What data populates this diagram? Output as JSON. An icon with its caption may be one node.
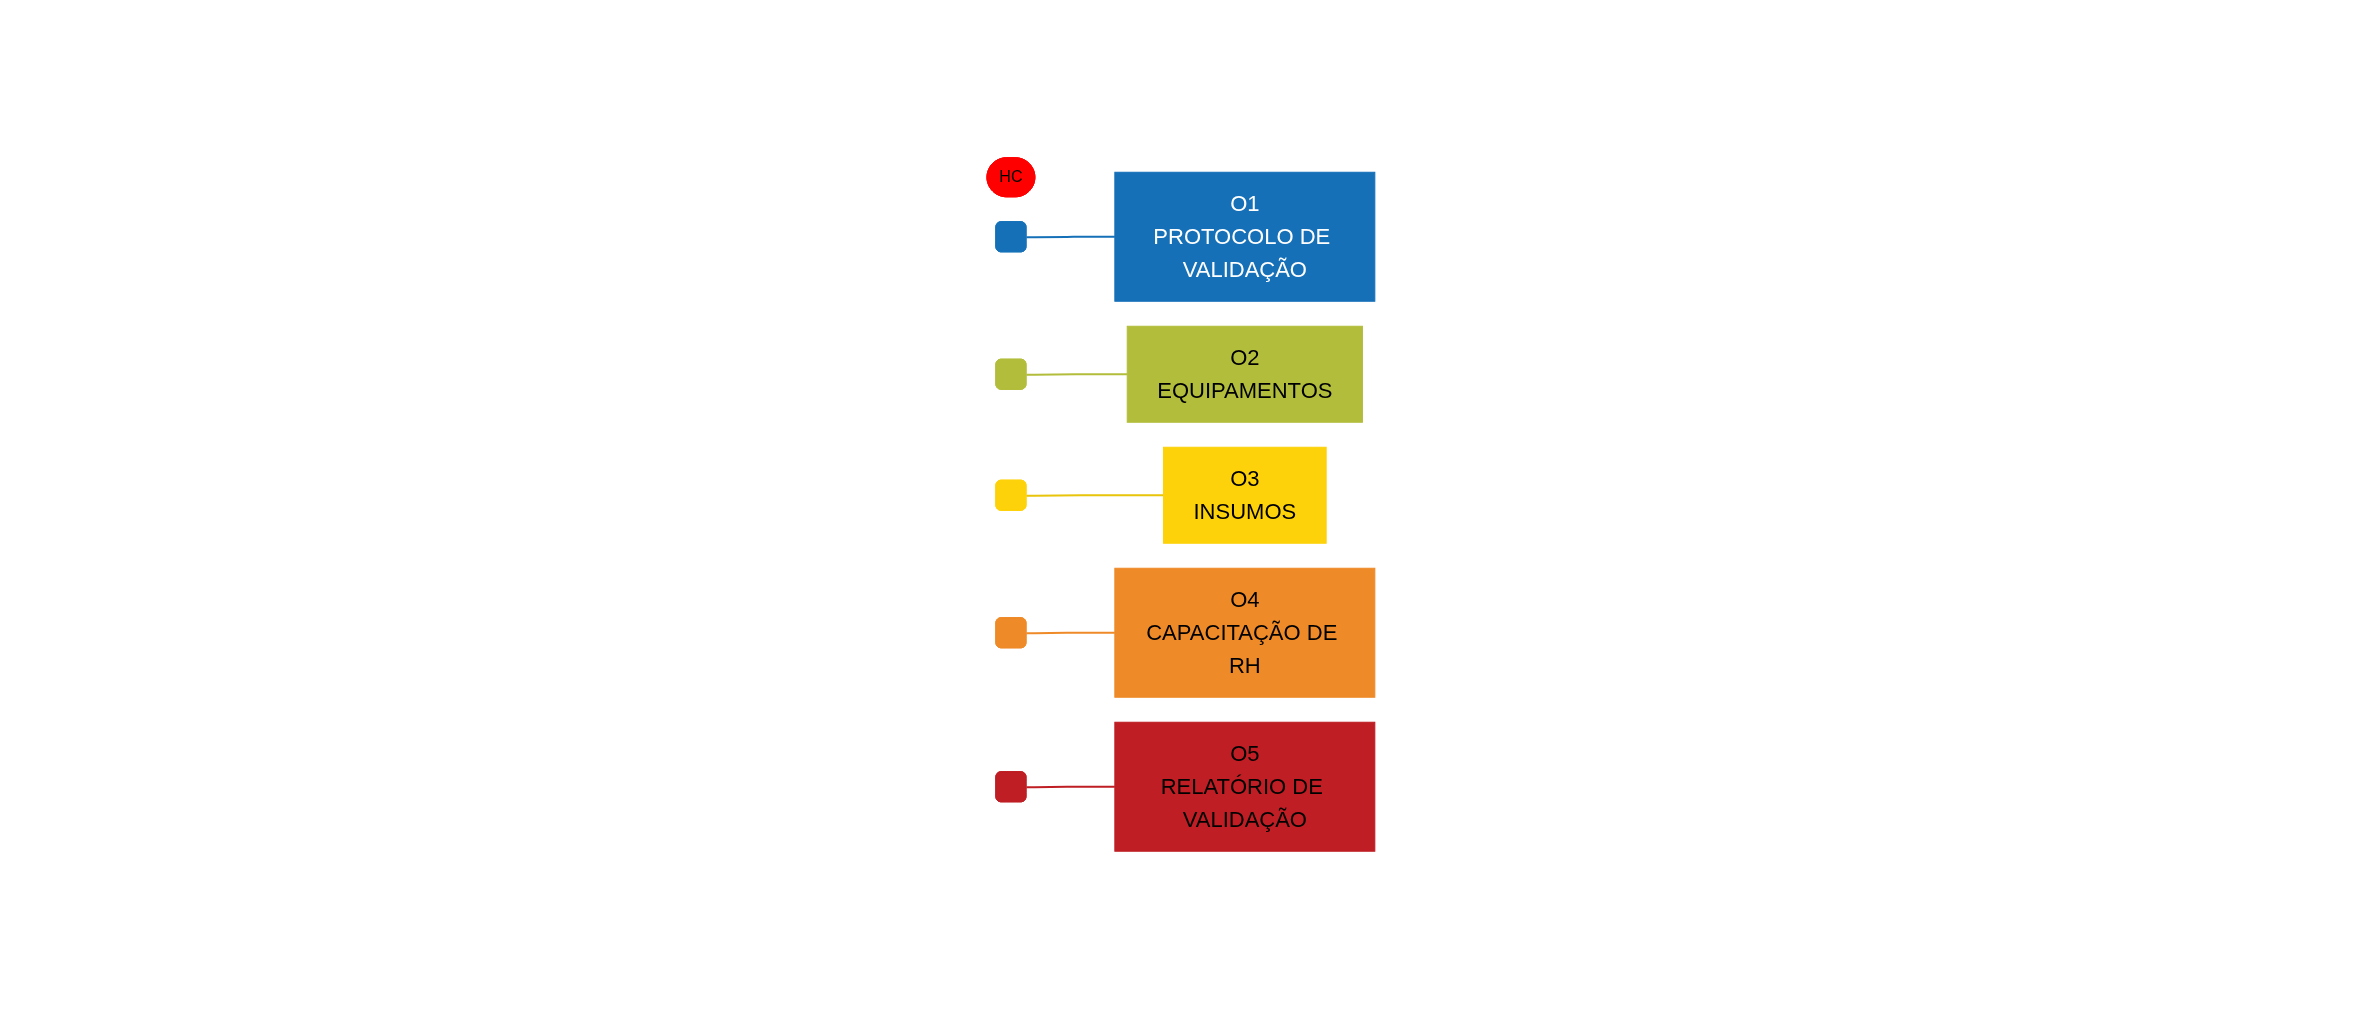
{
  "diagram": {
    "nodes": [
      {
        "text": [
          "HC"
        ]
      },
      {
        "text": [],
        "shape": "arc"
      },
      {
        "text": [],
        "shape": "arc"
      },
      {
        "text": [],
        "shape": "arc"
      },
      {
        "text": [],
        "shape": "arc"
      },
      {
        "text": [],
        "shape": "arc"
      },
      {
        "text": [
          "O1",
          "PROTOCOLO DE VALIDAÇÃO"
        ]
      },
      {
        "text": [
          "O2",
          "EQUIPAMENTOS"
        ]
      },
      {
        "text": [
          "O3",
          "INSUMOS"
        ]
      },
      {
        "text": [
          "O4",
          "CAPACITAÇÃO DE RH"
        ]
      },
      {
        "text": [
          "O5",
          "RELATÓRIO DE VALIDAÇÃO"
        ]
      }
    ],
    "edges": [
      {
        "from": 1,
        "to": 6,
        "arrow": "none",
        "color": "#1570b8"
      },
      {
        "from": 2,
        "to": 7,
        "arrow": "none",
        "color": "#b2bd3b"
      },
      {
        "from": 3,
        "to": 8,
        "arrow": "none",
        "color": "#e8c40a"
      },
      {
        "from": 4,
        "to": 9,
        "arrow": "none",
        "color": "#ee8a27"
      },
      {
        "from": 5,
        "to": 10,
        "arrow": "none",
        "color": "#be1e24"
      }
    ]
  }
}
